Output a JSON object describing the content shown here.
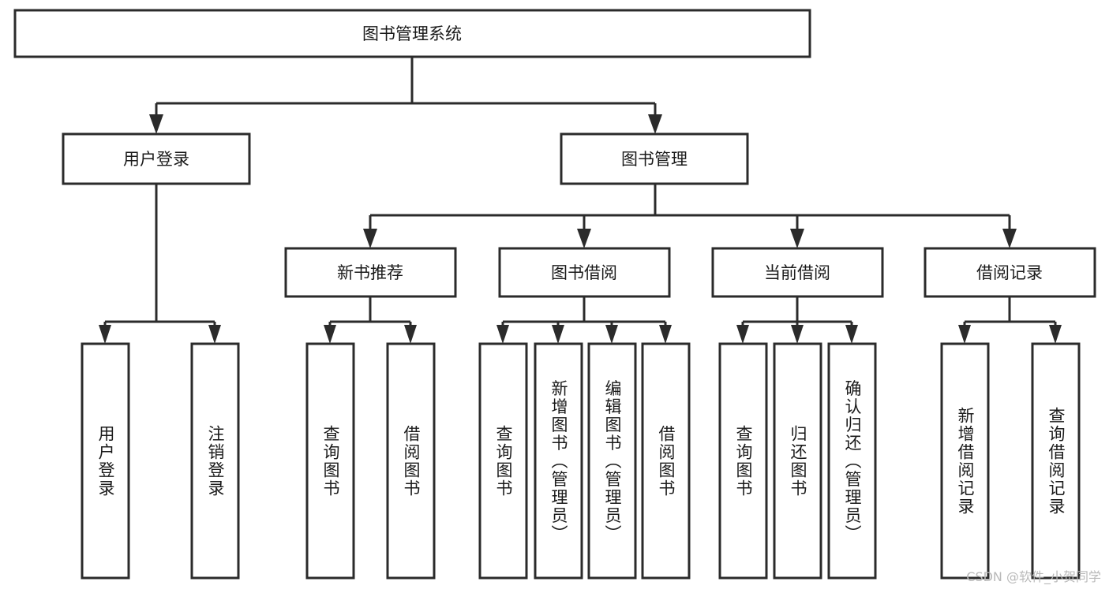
{
  "diagram": {
    "type": "tree-hierarchy",
    "title": "图书管理系统",
    "watermark": "CSDN @软件_小贺同学",
    "colors": {
      "stroke": "#2b2b2b",
      "fill": "#ffffff",
      "text": "#1a1a1a",
      "watermark": "#b9b9b9"
    },
    "levels": {
      "root": {
        "label": "图书管理系统"
      },
      "level2": [
        {
          "id": "user-login",
          "label": "用户登录"
        },
        {
          "id": "book-manage",
          "label": "图书管理"
        }
      ],
      "level3": [
        {
          "id": "new-book-recommend",
          "label": "新书推荐",
          "parent": "book-manage"
        },
        {
          "id": "book-borrow",
          "label": "图书借阅",
          "parent": "book-manage"
        },
        {
          "id": "current-borrow",
          "label": "当前借阅",
          "parent": "book-manage"
        },
        {
          "id": "borrow-record",
          "label": "借阅记录",
          "parent": "book-manage"
        }
      ],
      "leaves": [
        {
          "id": "leaf-user-login",
          "label": "用户登录",
          "parent": "user-login"
        },
        {
          "id": "leaf-logout",
          "label": "注销登录",
          "parent": "user-login"
        },
        {
          "id": "leaf-query-book-1",
          "label": "查询图书",
          "parent": "new-book-recommend"
        },
        {
          "id": "leaf-borrow-book-1",
          "label": "借阅图书",
          "parent": "new-book-recommend"
        },
        {
          "id": "leaf-query-book-2",
          "label": "查询图书",
          "parent": "book-borrow"
        },
        {
          "id": "leaf-add-book",
          "label": "新增图书（管理员）",
          "parent": "book-borrow"
        },
        {
          "id": "leaf-edit-book",
          "label": "编辑图书（管理员）",
          "parent": "book-borrow"
        },
        {
          "id": "leaf-borrow-book-2",
          "label": "借阅图书",
          "parent": "book-borrow"
        },
        {
          "id": "leaf-query-book-3",
          "label": "查询图书",
          "parent": "current-borrow"
        },
        {
          "id": "leaf-return-book",
          "label": "归还图书",
          "parent": "current-borrow"
        },
        {
          "id": "leaf-confirm-return",
          "label": "确认归还（管理员）",
          "parent": "current-borrow"
        },
        {
          "id": "leaf-add-record",
          "label": "新增借阅记录",
          "parent": "borrow-record"
        },
        {
          "id": "leaf-query-record",
          "label": "查询借阅记录",
          "parent": "borrow-record"
        }
      ]
    }
  }
}
